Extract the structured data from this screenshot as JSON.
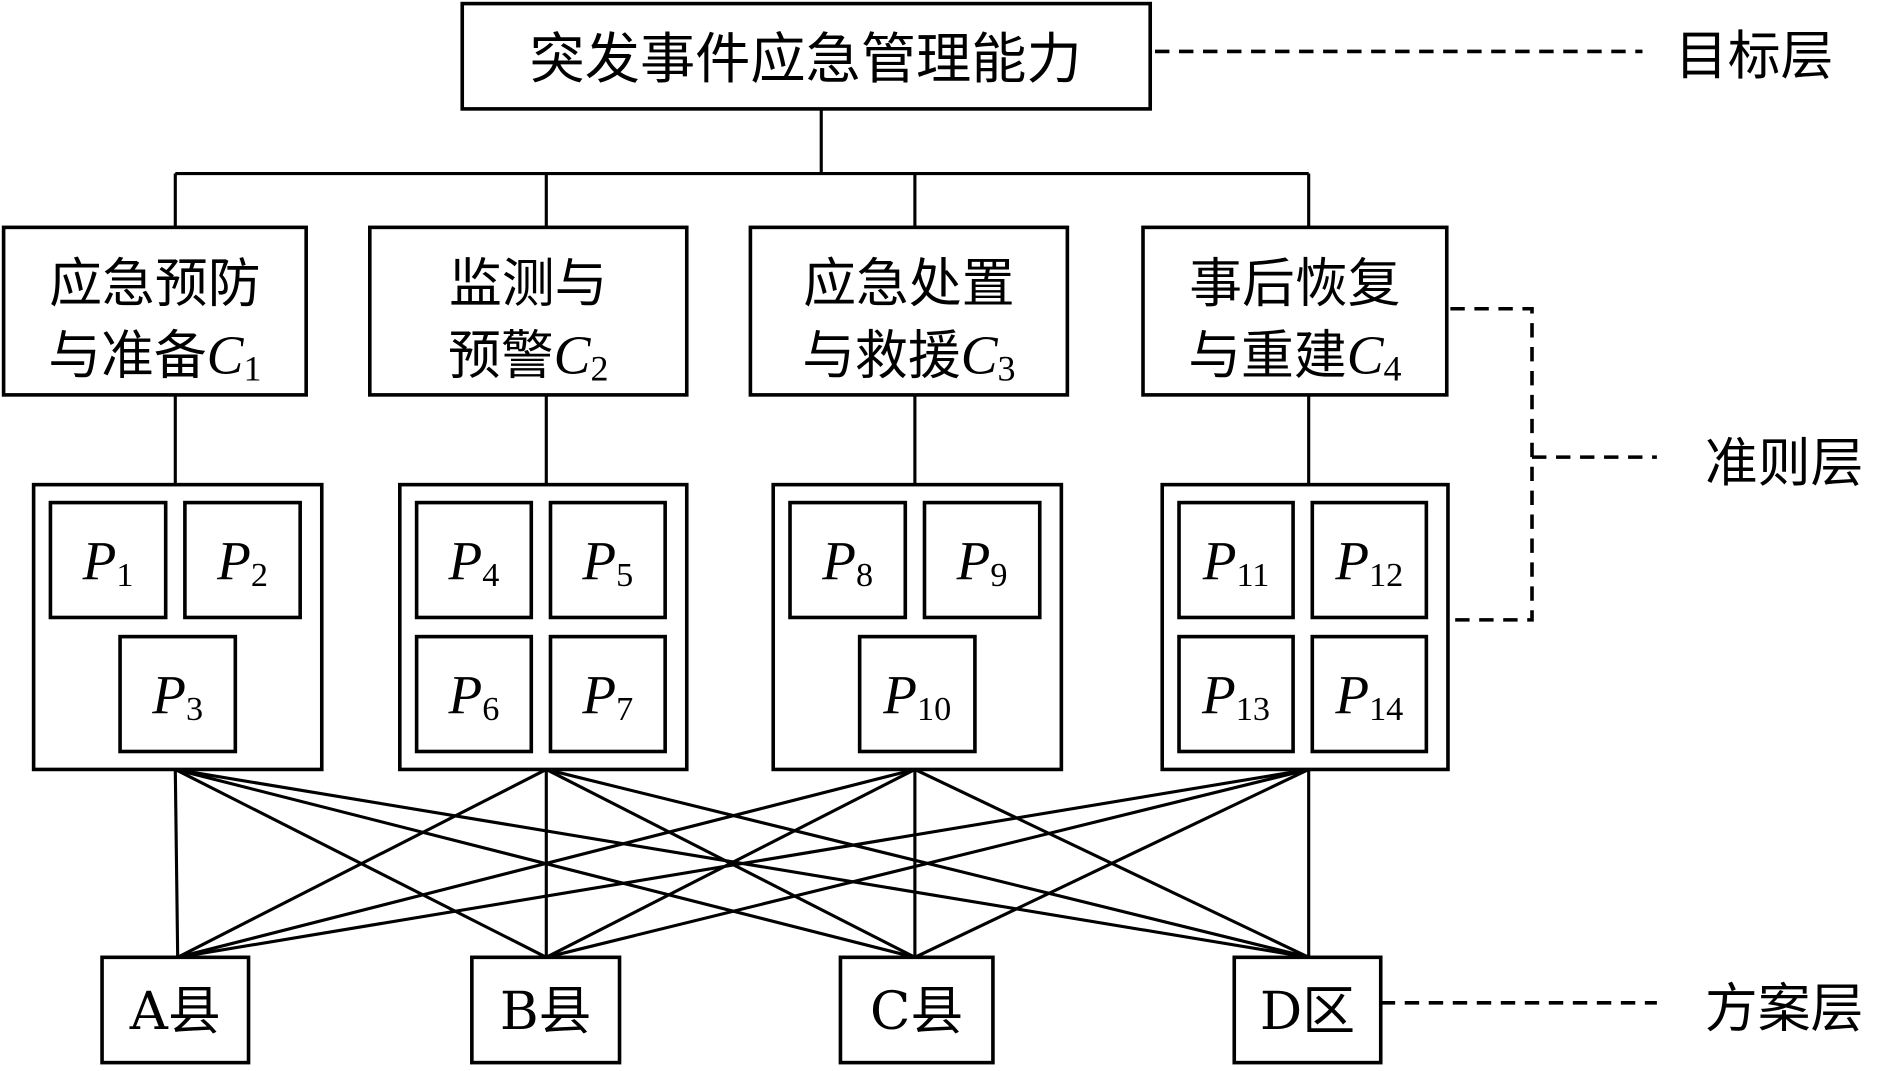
{
  "goal": {
    "label": "突发事件应急管理能力"
  },
  "layers": {
    "goal": "目标层",
    "criteria": "准则层",
    "alternatives": "方案层"
  },
  "criteria": [
    {
      "line1": "应急预防",
      "line2": "与准备",
      "sym": "C",
      "sub": "1",
      "indicators": [
        {
          "sym": "P",
          "sub": "1"
        },
        {
          "sym": "P",
          "sub": "2"
        },
        {
          "sym": "P",
          "sub": "3"
        }
      ]
    },
    {
      "line1": "监测与",
      "line2": "预警",
      "sym": "C",
      "sub": "2",
      "indicators": [
        {
          "sym": "P",
          "sub": "4"
        },
        {
          "sym": "P",
          "sub": "5"
        },
        {
          "sym": "P",
          "sub": "6"
        },
        {
          "sym": "P",
          "sub": "7"
        }
      ]
    },
    {
      "line1": "应急处置",
      "line2": "与救援",
      "sym": "C",
      "sub": "3",
      "indicators": [
        {
          "sym": "P",
          "sub": "8"
        },
        {
          "sym": "P",
          "sub": "9"
        },
        {
          "sym": "P",
          "sub": "10"
        }
      ]
    },
    {
      "line1": "事后恢复",
      "line2": "与重建",
      "sym": "C",
      "sub": "4",
      "indicators": [
        {
          "sym": "P",
          "sub": "11"
        },
        {
          "sym": "P",
          "sub": "12"
        },
        {
          "sym": "P",
          "sub": "13"
        },
        {
          "sym": "P",
          "sub": "14"
        }
      ]
    }
  ],
  "alternatives": [
    {
      "label": "A县"
    },
    {
      "label": "B县"
    },
    {
      "label": "C县"
    },
    {
      "label": "D区"
    }
  ]
}
